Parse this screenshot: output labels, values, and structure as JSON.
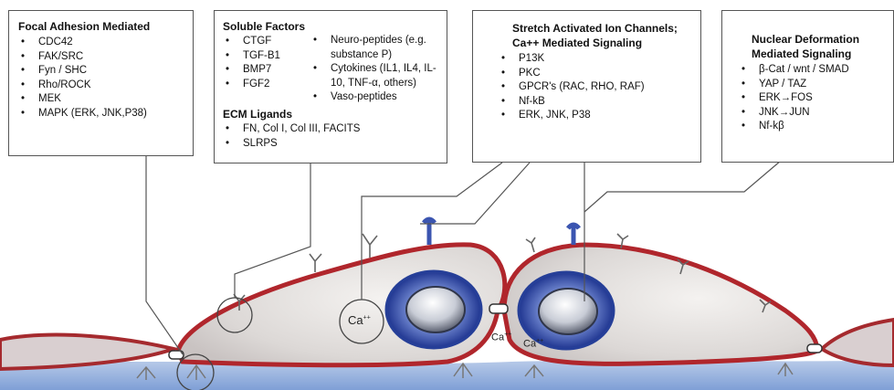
{
  "boxes": {
    "focal": {
      "title": "Focal Adhesion Mediated",
      "items": [
        "CDC42",
        "FAK/SRC",
        "Fyn / SHC",
        "Rho/ROCK",
        "MEK",
        "MAPK (ERK, JNK,P38)"
      ]
    },
    "soluble": {
      "title": "Soluble Factors",
      "items": [
        "CTGF",
        "TGF-B1",
        "BMP7",
        "FGF2"
      ],
      "right_items": [
        "Neuro-peptides (e.g. substance P)",
        "Cytokines (IL1, IL4, IL-10, TNF-α, others)",
        "Vaso-peptides"
      ],
      "ecm_title": "ECM Ligands",
      "ecm_items": [
        "FN, Col I, Col III, FACITS",
        "SLRPS"
      ]
    },
    "stretch": {
      "title_line1": "Stretch Activated Ion Channels;",
      "title_line2": "Ca++ Mediated Signaling",
      "items": [
        "P13K",
        "PKC",
        "GPCR's  (RAC, RHO, RAF)",
        "Nf-kB",
        "ERK, JNK, P38"
      ]
    },
    "nuclear": {
      "title_line1": "Nuclear Deformation",
      "title_line2": "Mediated Signaling",
      "items": [
        "β-Cat / wnt / SMAD",
        "YAP / TAZ",
        "ERK→FOS",
        "JNK→JUN",
        "Nf-kβ"
      ]
    }
  },
  "labels": {
    "ca_big": "Ca",
    "ca_small_left": "Ca",
    "ca_small_right": "Ca",
    "ca_sup": "++"
  },
  "colors": {
    "membrane": "#b0262c",
    "cytoplasm": "#e6e2e0",
    "nucleus": "#2f49a8",
    "substrate": "#9db6df"
  }
}
